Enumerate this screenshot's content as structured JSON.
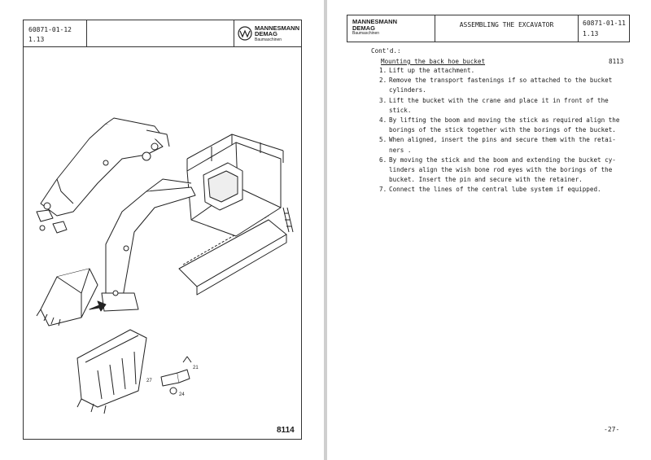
{
  "left_page": {
    "header": {
      "code": "60871-01-12",
      "revision": "1.13",
      "brand_line1": "MANNESMANN",
      "brand_line2": "DEMAG",
      "brand_sub": "Baumaschinen"
    },
    "figure_label": "8114",
    "callouts": {
      "c27": "27",
      "c21": "21",
      "c24": "24"
    }
  },
  "right_page": {
    "header": {
      "brand_line1": "MANNESMANN",
      "brand_line2": "DEMAG",
      "brand_sub": "Baumaschinen",
      "title": "ASSEMBLING THE EXCAVATOR",
      "code": "60871-01-11",
      "revision": "1.13"
    },
    "contd": "Cont'd.:",
    "section_heading": "Mounting the back hoe bucket",
    "section_number": "8113",
    "steps": [
      {
        "num": "1.",
        "lines": [
          "Lift up the attachment."
        ]
      },
      {
        "num": "2.",
        "lines": [
          "Remove the transport fastenings if so attached to the bucket",
          "cylinders."
        ]
      },
      {
        "num": "3.",
        "lines": [
          "Lift the bucket with the crane and place it in front of the",
          "stick."
        ]
      },
      {
        "num": "4.",
        "lines": [
          "By lifting the boom and moving the stick as required align the",
          "borings of the stick together with the borings of the bucket."
        ]
      },
      {
        "num": "5.",
        "lines": [
          "When aligned, insert the pins and secure them with the retai-",
          "ners ."
        ]
      },
      {
        "num": "6.",
        "lines": [
          "By moving the stick and the boom and extending the bucket cy-",
          "linders align the wish bone rod eyes with the borings of the",
          "bucket. Insert the pin and secure with the retainer."
        ]
      },
      {
        "num": "7.",
        "lines": [
          "Connect the lines of the central lube system if equipped."
        ]
      }
    ],
    "page_number": "-27-"
  }
}
